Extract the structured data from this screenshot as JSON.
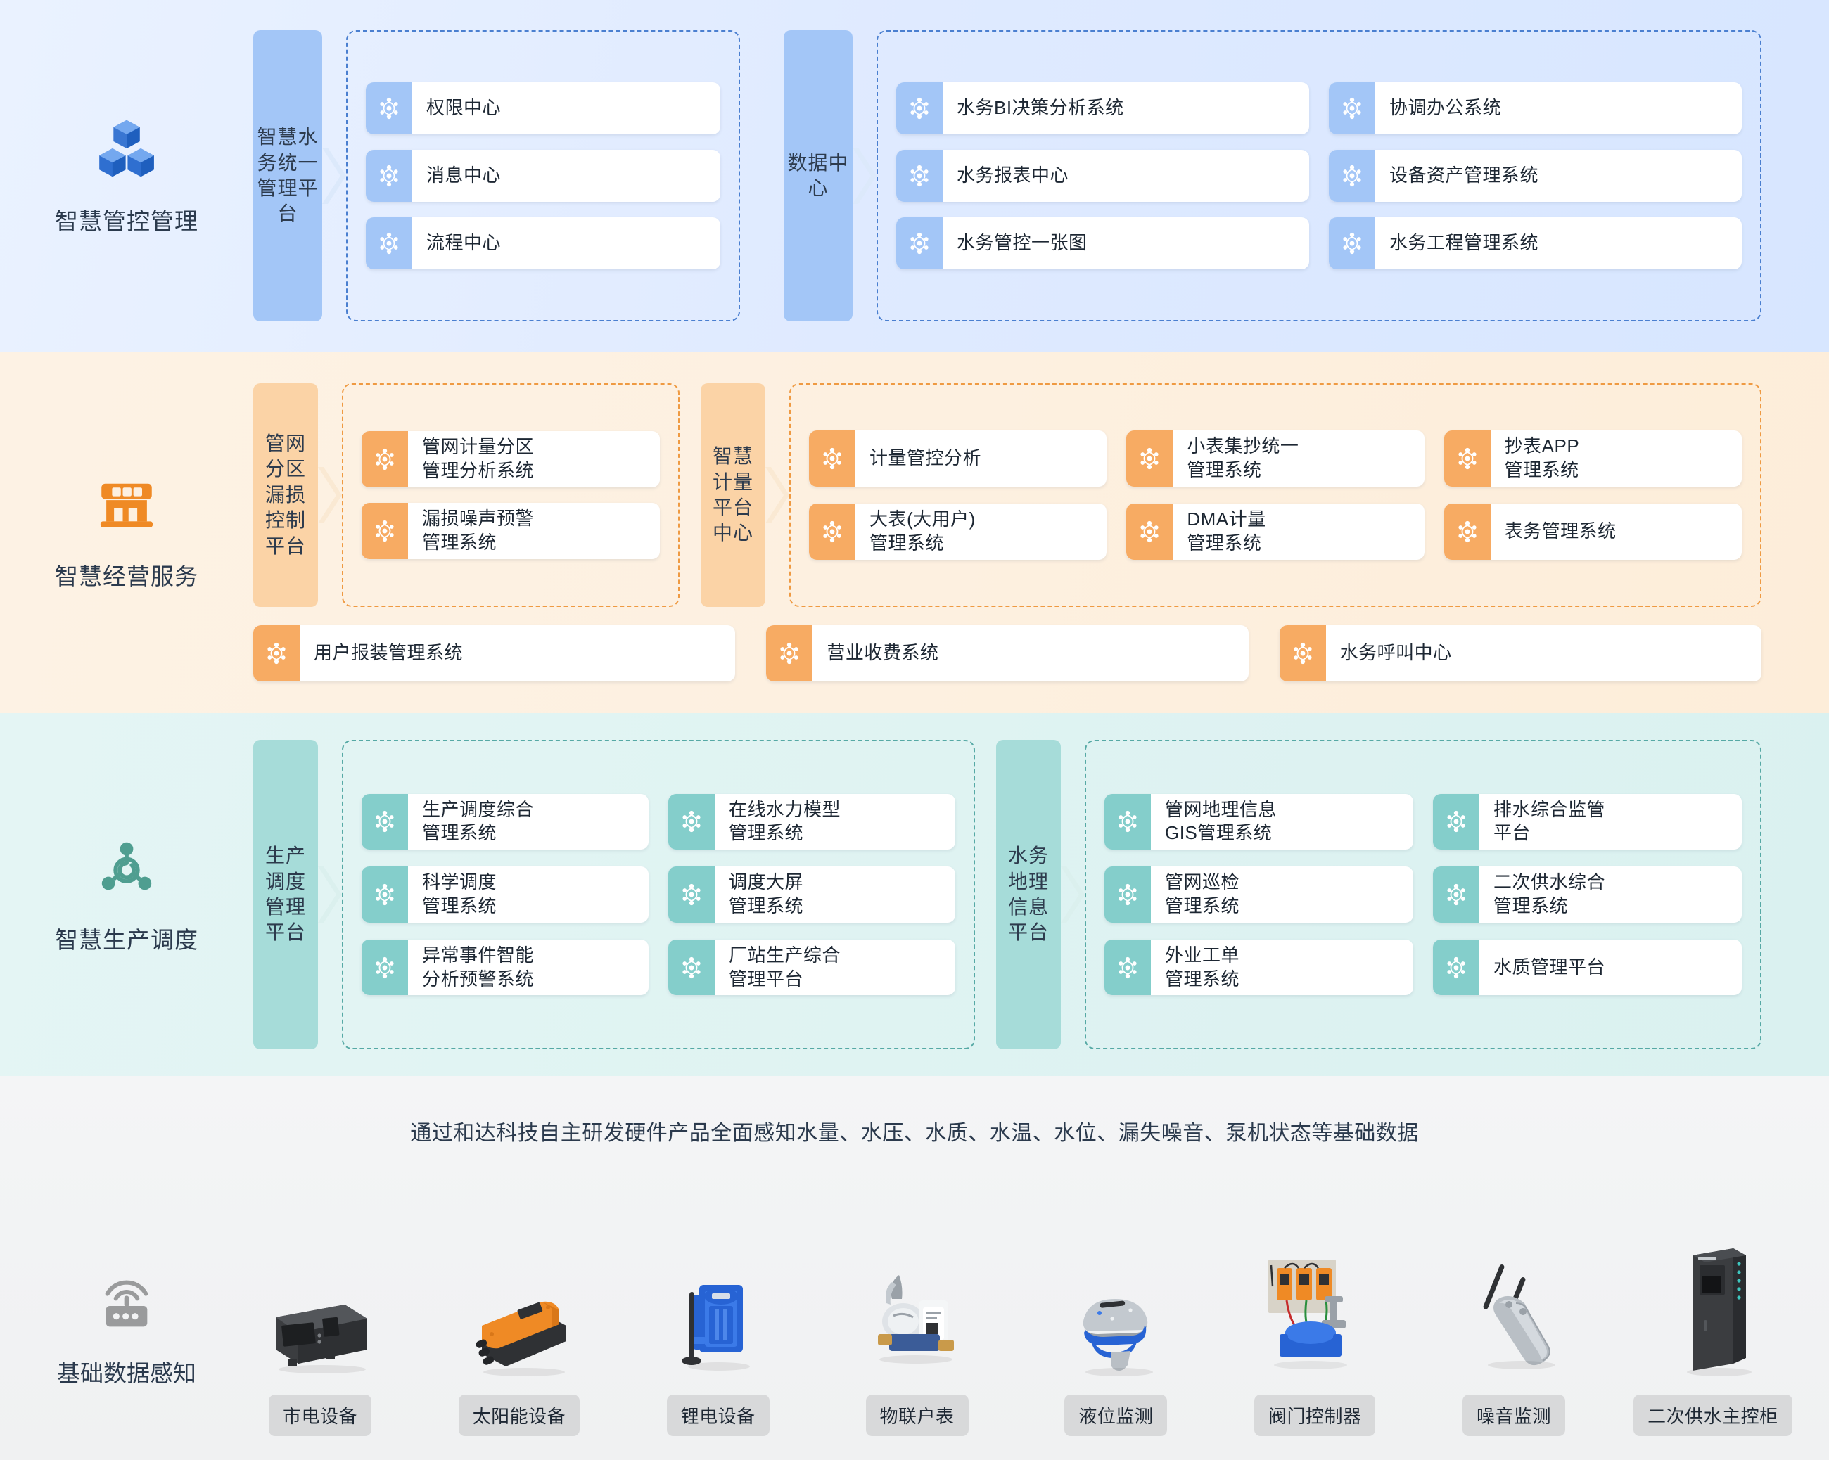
{
  "sections": [
    {
      "id": "control",
      "label": "智慧管控管理",
      "icon": "cubes-icon",
      "accent": "#a3c6f7",
      "groups": [
        {
          "platform": "智慧水务统一管理平台",
          "items": [
            {
              "title": "权限中心"
            },
            {
              "title": "消息中心"
            },
            {
              "title": "流程中心"
            }
          ]
        },
        {
          "platform": "数据中心",
          "items": [
            {
              "title": "水务BI决策分析系统"
            },
            {
              "title": "协调办公系统"
            },
            {
              "title": "水务报表中心"
            },
            {
              "title": "设备资产管理系统"
            },
            {
              "title": "水务管控一张图"
            },
            {
              "title": "水务工程管理系统"
            }
          ]
        }
      ]
    },
    {
      "id": "business",
      "label": "智慧经营服务",
      "icon": "shop-icon",
      "accent": "#f7ab63",
      "groups": [
        {
          "platform": "管网分区漏损控制平台",
          "items": [
            {
              "title": "管网计量分区\n管理分析系统"
            },
            {
              "title": "漏损噪声预警\n管理系统"
            }
          ]
        },
        {
          "platform": "智慧计量平台中心",
          "items": [
            {
              "title": "计量管控分析"
            },
            {
              "title": "小表集抄统一\n管理系统"
            },
            {
              "title": "抄表APP\n管理系统"
            },
            {
              "title": "大表(大用户)\n管理系统"
            },
            {
              "title": "DMA计量\n管理系统"
            },
            {
              "title": "表务管理系统"
            }
          ]
        }
      ],
      "bottom_items": [
        {
          "title": "用户报装管理系统"
        },
        {
          "title": "营业收费系统"
        },
        {
          "title": "水务呼叫中心"
        }
      ]
    },
    {
      "id": "dispatch",
      "label": "智慧生产调度",
      "icon": "dispatch-icon",
      "accent": "#84cecb",
      "groups": [
        {
          "platform": "生产调度管理平台",
          "items": [
            {
              "title": "生产调度综合\n管理系统"
            },
            {
              "title": "在线水力模型\n管理系统"
            },
            {
              "title": "科学调度\n管理系统"
            },
            {
              "title": "调度大屏\n管理系统"
            },
            {
              "title": "异常事件智能\n分析预警系统"
            },
            {
              "title": "厂站生产综合\n管理平台"
            }
          ]
        },
        {
          "platform": "水务地理信息平台",
          "items": [
            {
              "title": "管网地理信息\nGIS管理系统"
            },
            {
              "title": "排水综合监管\n平台"
            },
            {
              "title": "管网巡检\n管理系统"
            },
            {
              "title": "二次供水综合\n管理系统"
            },
            {
              "title": "外业工单\n管理系统"
            },
            {
              "title": "水质管理平台"
            }
          ]
        }
      ]
    }
  ],
  "hardware": {
    "caption": "通过和达科技自主研发硬件产品全面感知水量、水压、水质、水温、水位、漏失噪音、泵机状态等基础数据",
    "label": "基础数据感知",
    "icon": "router-signal-icon",
    "devices": [
      {
        "name": "市电设备",
        "icon": "mains-device-icon"
      },
      {
        "name": "太阳能设备",
        "icon": "solar-device-icon"
      },
      {
        "name": "锂电设备",
        "icon": "lithium-device-icon"
      },
      {
        "name": "物联户表",
        "icon": "iot-water-meter-icon"
      },
      {
        "name": "液位监测",
        "icon": "level-sensor-icon"
      },
      {
        "name": "阀门控制器",
        "icon": "valve-controller-icon"
      },
      {
        "name": "噪音监测",
        "icon": "noise-logger-icon"
      },
      {
        "name": "二次供水主控柜",
        "icon": "control-cabinet-icon"
      }
    ]
  },
  "colors": {
    "blue_accent": "#a3c6f7",
    "orange_accent": "#f7ab63",
    "teal_accent": "#84cecb",
    "gray_tag": "#d8d9da"
  }
}
